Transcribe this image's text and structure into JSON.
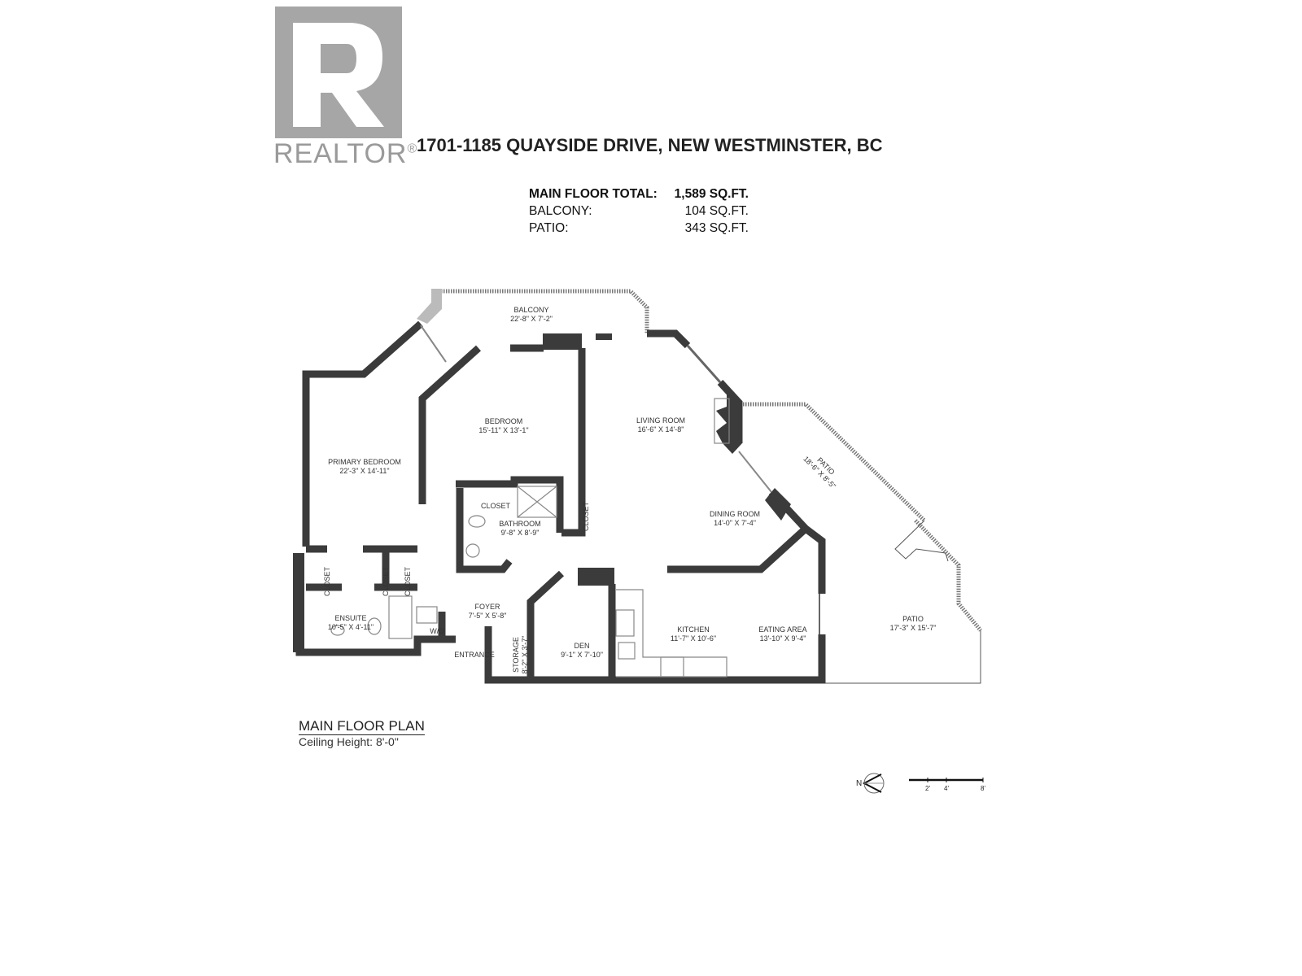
{
  "logo": {
    "brand": "REALTOR",
    "reg": "®"
  },
  "address": "1701-1185 QUAYSIDE DRIVE, NEW WESTMINSTER, BC",
  "areas": [
    {
      "label": "MAIN FLOOR TOTAL:",
      "value": "1,589 SQ.FT."
    },
    {
      "label": "BALCONY:",
      "value": "104 SQ.FT."
    },
    {
      "label": "PATIO:",
      "value": "343 SQ.FT."
    }
  ],
  "rooms": {
    "balcony": {
      "name": "BALCONY",
      "dim": "22'-8\" X 7'-2\""
    },
    "bedroom": {
      "name": "BEDROOM",
      "dim": "15'-11\" X 13'-1\""
    },
    "primary_bedroom": {
      "name": "PRIMARY BEDROOM",
      "dim": "22'-3\" X 14'-11\""
    },
    "living_room": {
      "name": "LIVING ROOM",
      "dim": "16'-6\" X 14'-8\""
    },
    "patio_upper": {
      "name": "PATIO",
      "dim": "18'-6\" X 8'-5\""
    },
    "dining_room": {
      "name": "DINING ROOM",
      "dim": "14'-0\" X 7'-4\""
    },
    "bathroom": {
      "name": "BATHROOM",
      "dim": "9'-8\" X 8'-9\""
    },
    "closet": "CLOSET",
    "ensuite": {
      "name": "ENSUITE",
      "dim": "10'-5\" X 4'-11\""
    },
    "wd": "W/D",
    "foyer": {
      "name": "FOYER",
      "dim": "7'-5\" X 5'-8\""
    },
    "entrance": "ENTRANCE",
    "storage": {
      "name": "STORAGE",
      "dim": "8'-2\" X 3'-7\""
    },
    "den": {
      "name": "DEN",
      "dim": "9'-1\" X 7'-10\""
    },
    "kitchen": {
      "name": "KITCHEN",
      "dim": "11'-7\" X 10'-6\""
    },
    "eating_area": {
      "name": "EATING AREA",
      "dim": "13'-10\" X 9'-4\""
    },
    "patio_lower": {
      "name": "PATIO",
      "dim": "17'-3\" X 15'-7\""
    }
  },
  "plan": {
    "title": "MAIN FLOOR PLAN",
    "ceiling": "Ceiling Height: 8'-0\""
  },
  "compass": {
    "north": "N"
  },
  "scale": {
    "ticks": [
      "2'",
      "4'",
      "8'"
    ]
  }
}
